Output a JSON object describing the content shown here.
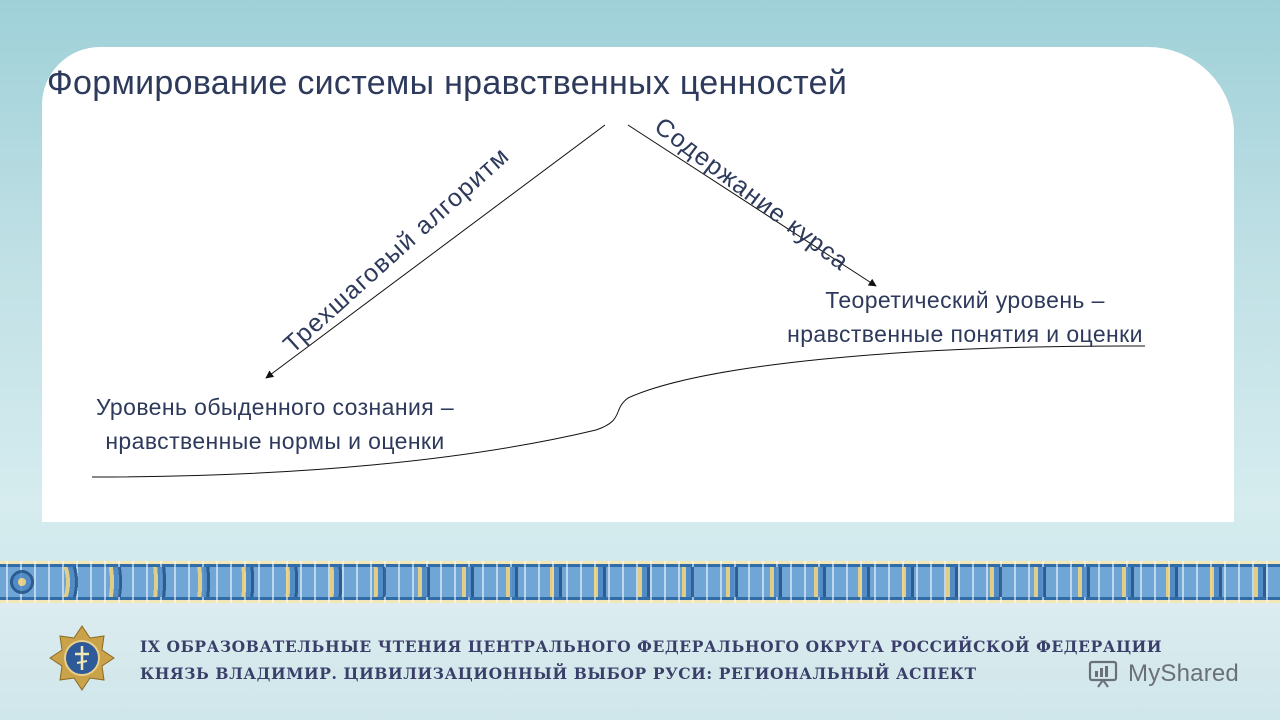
{
  "title": "Формирование системы нравственных ценностей",
  "nodes": {
    "theoretical": {
      "line1": "Теоретический уровень –",
      "line2": "нравственные понятия и оценки"
    },
    "everyday": {
      "line1": "Уровень обыденного сознания –",
      "line2": "нравственные нормы и оценки"
    }
  },
  "edges": {
    "to_everyday": "Трехшаговый алгоритм",
    "to_theoretical": "Содержание курса"
  },
  "footer": {
    "line1": "IX Образовательные чтения Центрального федерального округа Российской Федерации",
    "line2": "Князь Владимир. Цивилизационный выбор Руси: региональный аспект"
  },
  "brand": {
    "name": "MyShared",
    "icon": "projector-screen-icon"
  },
  "emblem": {
    "icon": "orthodox-cross-emblem-icon"
  },
  "colors": {
    "text": "#2e3a5c",
    "ornament_blue": "#2f6ca8",
    "ornament_gold": "#f3e7b8",
    "emblem_gold": "#c9a24a"
  }
}
